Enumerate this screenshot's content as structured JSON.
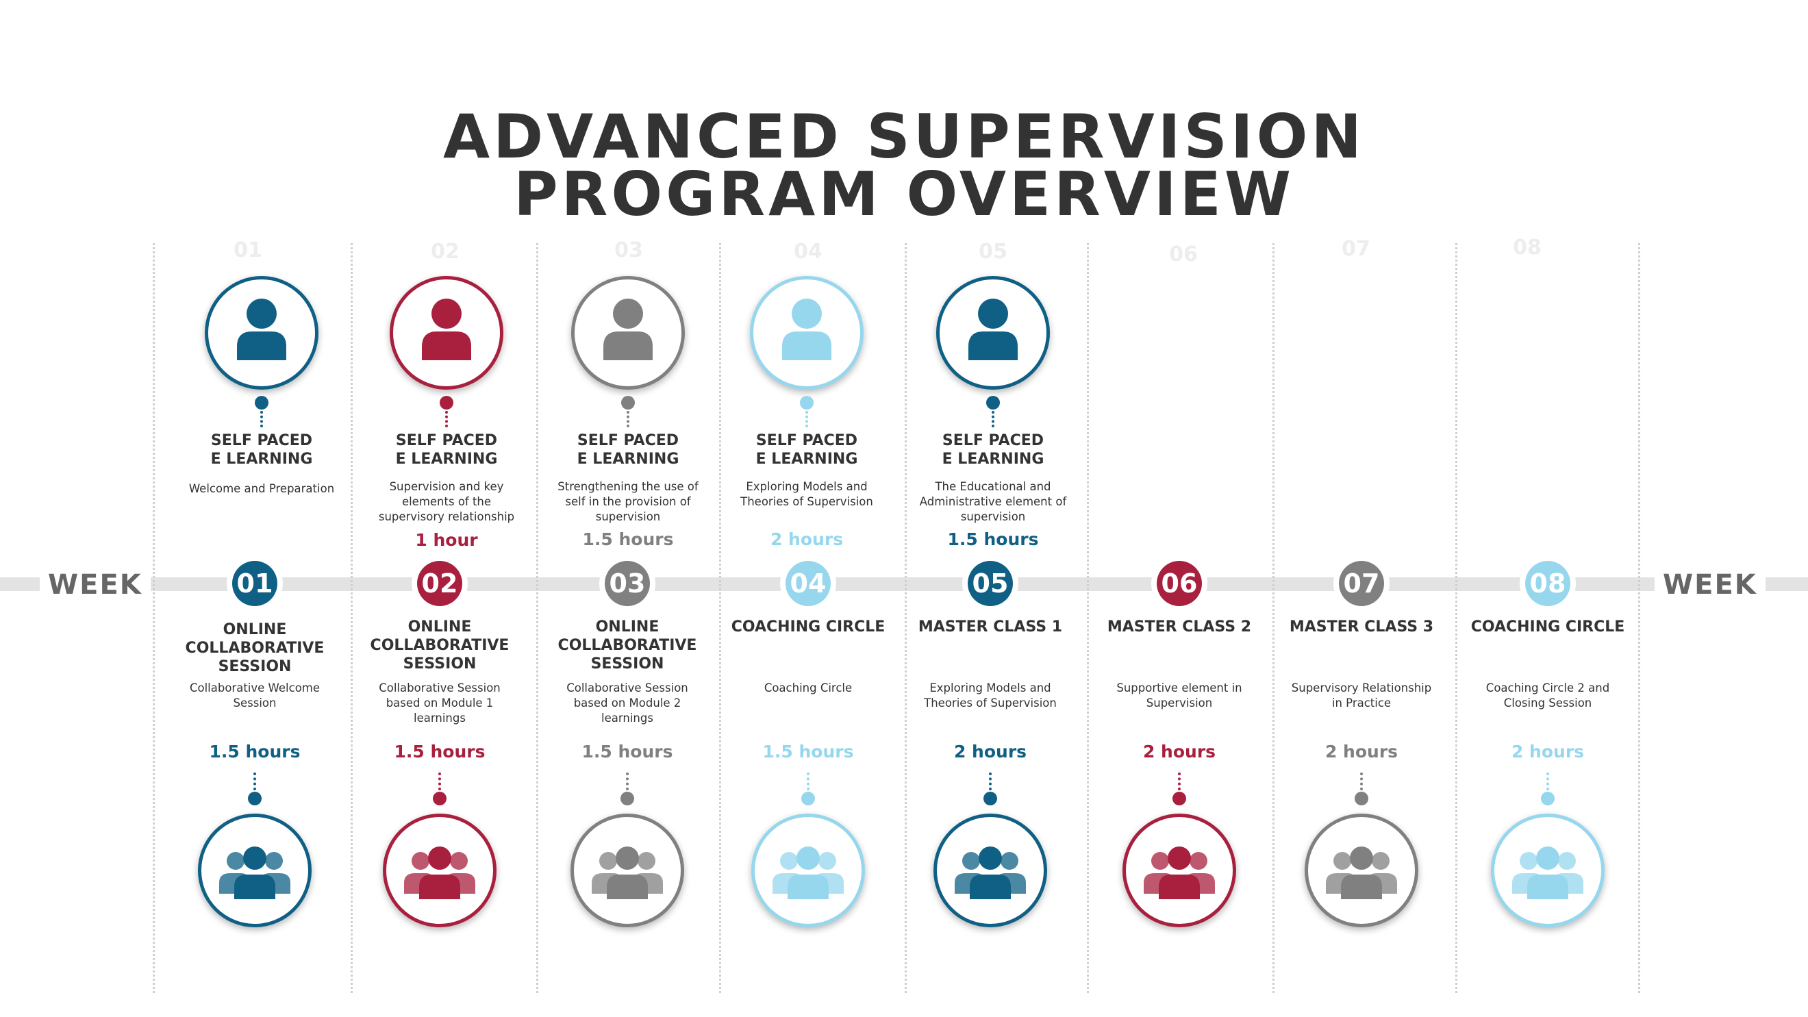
{
  "title_line1": "ADVANCED SUPERVISION",
  "title_line2": "PROGRAM OVERVIEW",
  "week_left": "WEEK",
  "week_right": "WEEK",
  "colors": {
    "dark_blue": "#0f6084",
    "red": "#a8203e",
    "gray": "#808080",
    "light_blue": "#96d7ee"
  },
  "ghost_labels": [
    "01",
    "02",
    "03",
    "04",
    "05",
    "06",
    "07",
    "08"
  ],
  "top_items": [
    {
      "color": "dark_blue",
      "icon": "person-icon",
      "heading_line1": "SELF PACED",
      "heading_line2": "E LEARNING",
      "desc": "Welcome and Preparation",
      "hours": ""
    },
    {
      "color": "red",
      "icon": "person-icon",
      "heading_line1": "SELF PACED",
      "heading_line2": "E LEARNING",
      "desc": "Supervision and key elements of the supervisory relationship",
      "hours": "1 hour"
    },
    {
      "color": "gray",
      "icon": "person-icon",
      "heading_line1": "SELF PACED",
      "heading_line2": "E LEARNING",
      "desc": "Strengthening the use of self in the provision of supervision",
      "hours": "1.5 hours"
    },
    {
      "color": "light_blue",
      "icon": "person-icon",
      "heading_line1": "SELF PACED",
      "heading_line2": "E LEARNING",
      "desc": "Exploring Models and Theories of Supervision",
      "hours": "2 hours"
    },
    {
      "color": "dark_blue",
      "icon": "person-icon",
      "heading_line1": "SELF PACED",
      "heading_line2": "E LEARNING",
      "desc": "The Educational and Administrative element of supervision",
      "hours": "1.5 hours"
    }
  ],
  "bottom_items": [
    {
      "week": "01",
      "color": "dark_blue",
      "icon": "group-icon",
      "heading": "ONLINE COLLABORATIVE SESSION",
      "desc": "Collaborative Welcome Session",
      "hours": "1.5 hours"
    },
    {
      "week": "02",
      "color": "red",
      "icon": "group-icon",
      "heading": "ONLINE COLLABORATIVE SESSION",
      "desc": "Collaborative Session based on Module 1 learnings",
      "hours": "1.5 hours"
    },
    {
      "week": "03",
      "color": "gray",
      "icon": "group-icon",
      "heading": "ONLINE COLLABORATIVE SESSION",
      "desc": "Collaborative Session based on Module 2 learnings",
      "hours": "1.5 hours"
    },
    {
      "week": "04",
      "color": "light_blue",
      "icon": "group-icon",
      "heading": "COACHING CIRCLE",
      "desc": "Coaching Circle",
      "hours": "1.5 hours"
    },
    {
      "week": "05",
      "color": "dark_blue",
      "icon": "group-icon",
      "heading": "MASTER CLASS 1",
      "desc": "Exploring Models and Theories of Supervision",
      "hours": "2 hours"
    },
    {
      "week": "06",
      "color": "red",
      "icon": "group-icon",
      "heading": "MASTER CLASS 2",
      "desc": "Supportive element in Supervision",
      "hours": "2 hours"
    },
    {
      "week": "07",
      "color": "gray",
      "icon": "group-icon",
      "heading": "MASTER CLASS 3",
      "desc": "Supervisory Relationship in Practice",
      "hours": "2 hours"
    },
    {
      "week": "08",
      "color": "light_blue",
      "icon": "group-icon",
      "heading": "COACHING CIRCLE",
      "desc": "Coaching Circle 2 and Closing Session",
      "hours": "2 hours"
    }
  ]
}
